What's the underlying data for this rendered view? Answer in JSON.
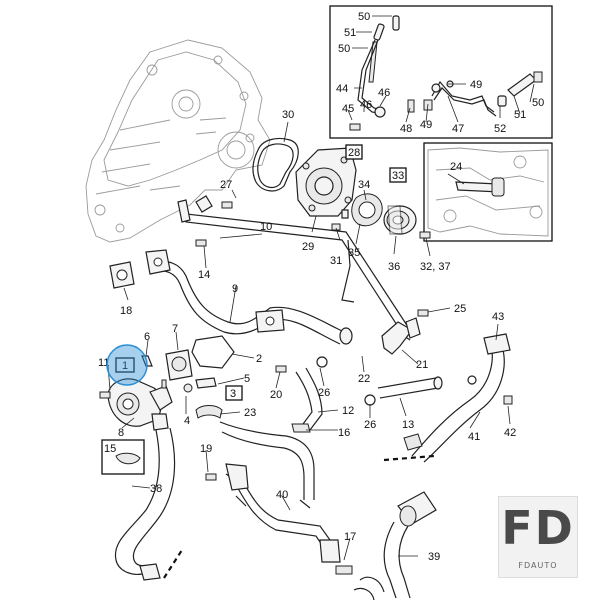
{
  "callouts": {
    "c50a": "50",
    "c51a": "51",
    "c50b": "50",
    "c44": "44",
    "c46a": "46",
    "c45": "45",
    "c46b": "46",
    "c48": "48",
    "c49a": "49",
    "c47": "47",
    "c49b": "49",
    "c50c": "50",
    "c51b": "51",
    "c52": "52",
    "c30": "30",
    "c24": "24",
    "c27": "27",
    "c10": "10",
    "c29": "29",
    "c34": "34",
    "c35": "35",
    "c31": "31",
    "c36": "36",
    "c3237": "32, 37",
    "c14": "14",
    "c18": "18",
    "c9": "9",
    "c25": "25",
    "c7": "7",
    "c6": "6",
    "c2": "2",
    "c11": "11",
    "c5": "5",
    "c4": "4",
    "c21": "21",
    "c22": "22",
    "c20": "20",
    "c26a": "26",
    "c43": "43",
    "c8": "8",
    "c23": "23",
    "c12": "12",
    "c13": "13",
    "c26b": "26",
    "c16": "16",
    "c41": "41",
    "c42": "42",
    "c19": "19",
    "c38": "38",
    "c40": "40",
    "c17": "17",
    "c39": "39"
  },
  "boxed_callouts": {
    "b28": "28",
    "b33": "33",
    "b1": "1",
    "b3": "3",
    "b15": "15"
  },
  "logo": {
    "letters": "FD",
    "caption": "FDAUTO"
  },
  "highlight_color": "#2a8fd4"
}
